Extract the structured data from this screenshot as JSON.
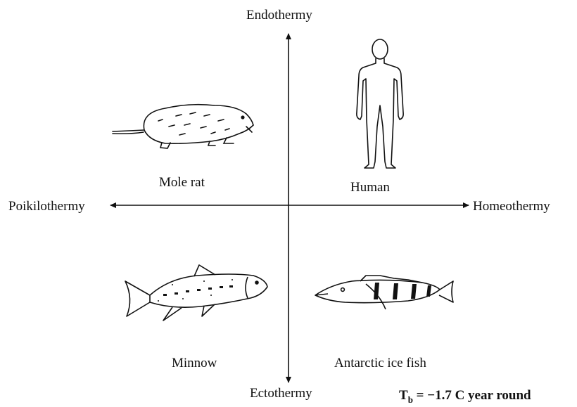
{
  "axes": {
    "top": "Endothermy",
    "bottom": "Ectothermy",
    "left": "Poikilothermy",
    "right": "Homeothermy"
  },
  "quadrants": {
    "top_left": {
      "label": "Mole rat",
      "icon": "mole-rat-icon"
    },
    "top_right": {
      "label": "Human",
      "icon": "human-icon"
    },
    "bottom_left": {
      "label": "Minnow",
      "icon": "minnow-icon"
    },
    "bottom_right": {
      "label": "Antarctic ice fish",
      "icon": "ice-fish-icon"
    }
  },
  "note": {
    "symbol": "T",
    "subscript": "b",
    "text": " = −1.7 C year round"
  }
}
